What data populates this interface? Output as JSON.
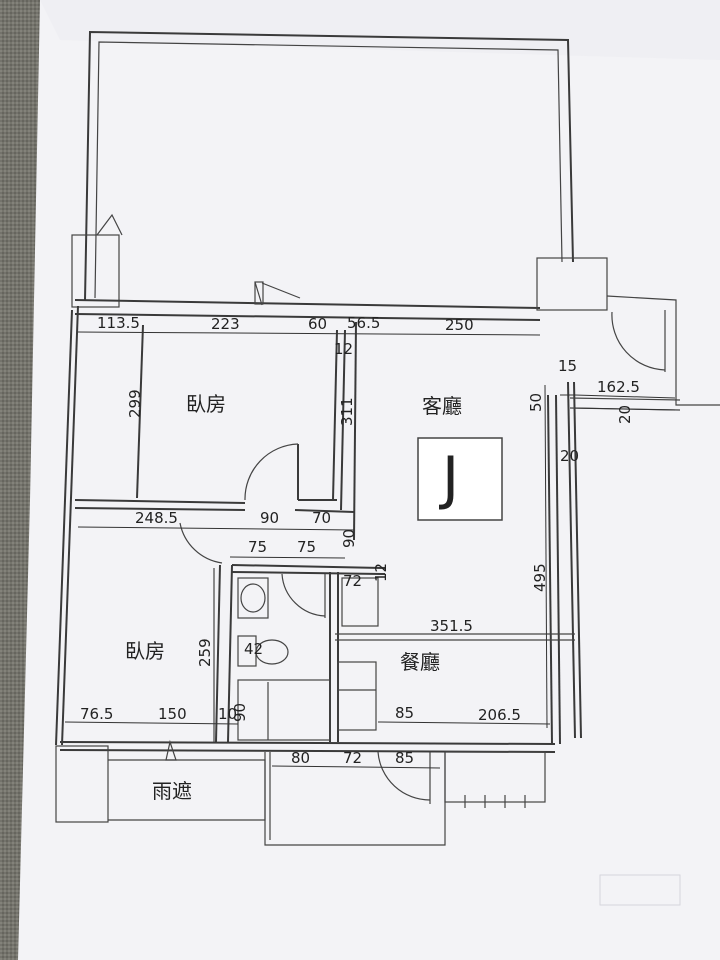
{
  "rooms": {
    "bedroom_top": "臥房",
    "living_room": "客廳",
    "bedroom_bottom": "臥房",
    "dining_room": "餐廳",
    "canopy": "雨遮"
  },
  "unit_label": "J",
  "dimensions": {
    "top_1": "113.5",
    "top_2": "223",
    "top_3": "60",
    "top_4": "56.5",
    "top_5": "250",
    "wall_12_top": "12",
    "bedroom_height": "299",
    "bedroom_wall": "311",
    "right_15": "15",
    "right_162_5": "162.5",
    "right_50": "50",
    "right_20a": "20",
    "right_20b": "20",
    "mid_248_5": "248.5",
    "mid_90": "90",
    "mid_70": "70",
    "mid_90v": "90",
    "bath_75a": "75",
    "bath_75b": "75",
    "bath_72": "72",
    "bath_12": "12",
    "living_495": "495",
    "dining_351_5": "351.5",
    "bedroom2_259": "259",
    "bath_42": "42",
    "bath_90": "90",
    "bath_10": "10",
    "bottom_76_5": "76.5",
    "bottom_150": "150",
    "bottom_85a": "85",
    "bottom_206_5": "206.5",
    "bottom_80": "80",
    "bottom_72": "72",
    "bottom_85b": "85"
  }
}
